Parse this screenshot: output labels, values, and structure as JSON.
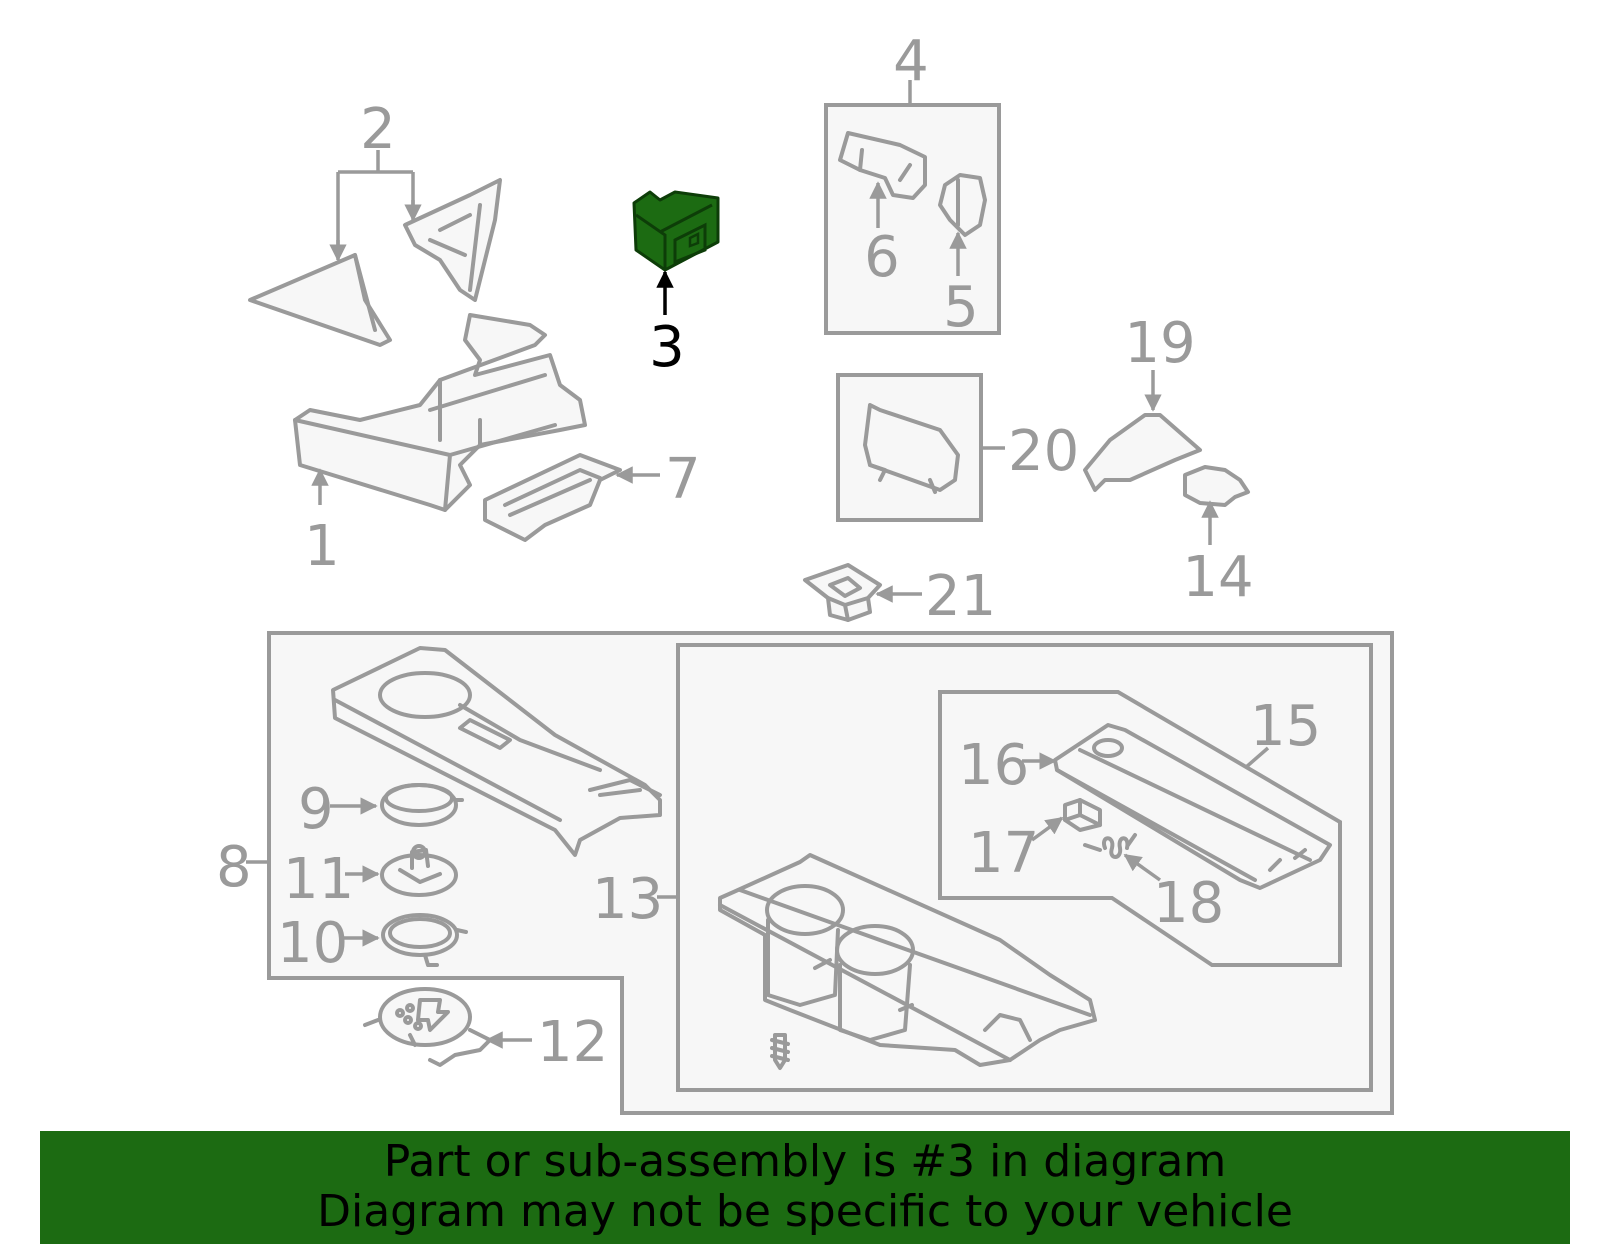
{
  "diagram": {
    "highlight_color": "#1c6b12",
    "highlighted_part": "3",
    "callouts": {
      "c1": "1",
      "c2": "2",
      "c3": "3",
      "c4": "4",
      "c5": "5",
      "c6": "6",
      "c7": "7",
      "c8": "8",
      "c9": "9",
      "c10": "10",
      "c11": "11",
      "c12": "12",
      "c13": "13",
      "c14": "14",
      "c15": "15",
      "c16": "16",
      "c17": "17",
      "c18": "18",
      "c19": "19",
      "c20": "20",
      "c21": "21"
    }
  },
  "banner": {
    "line1": "Part or sub-assembly is #3 in diagram",
    "line2": "Diagram may not be specific to your vehicle"
  }
}
